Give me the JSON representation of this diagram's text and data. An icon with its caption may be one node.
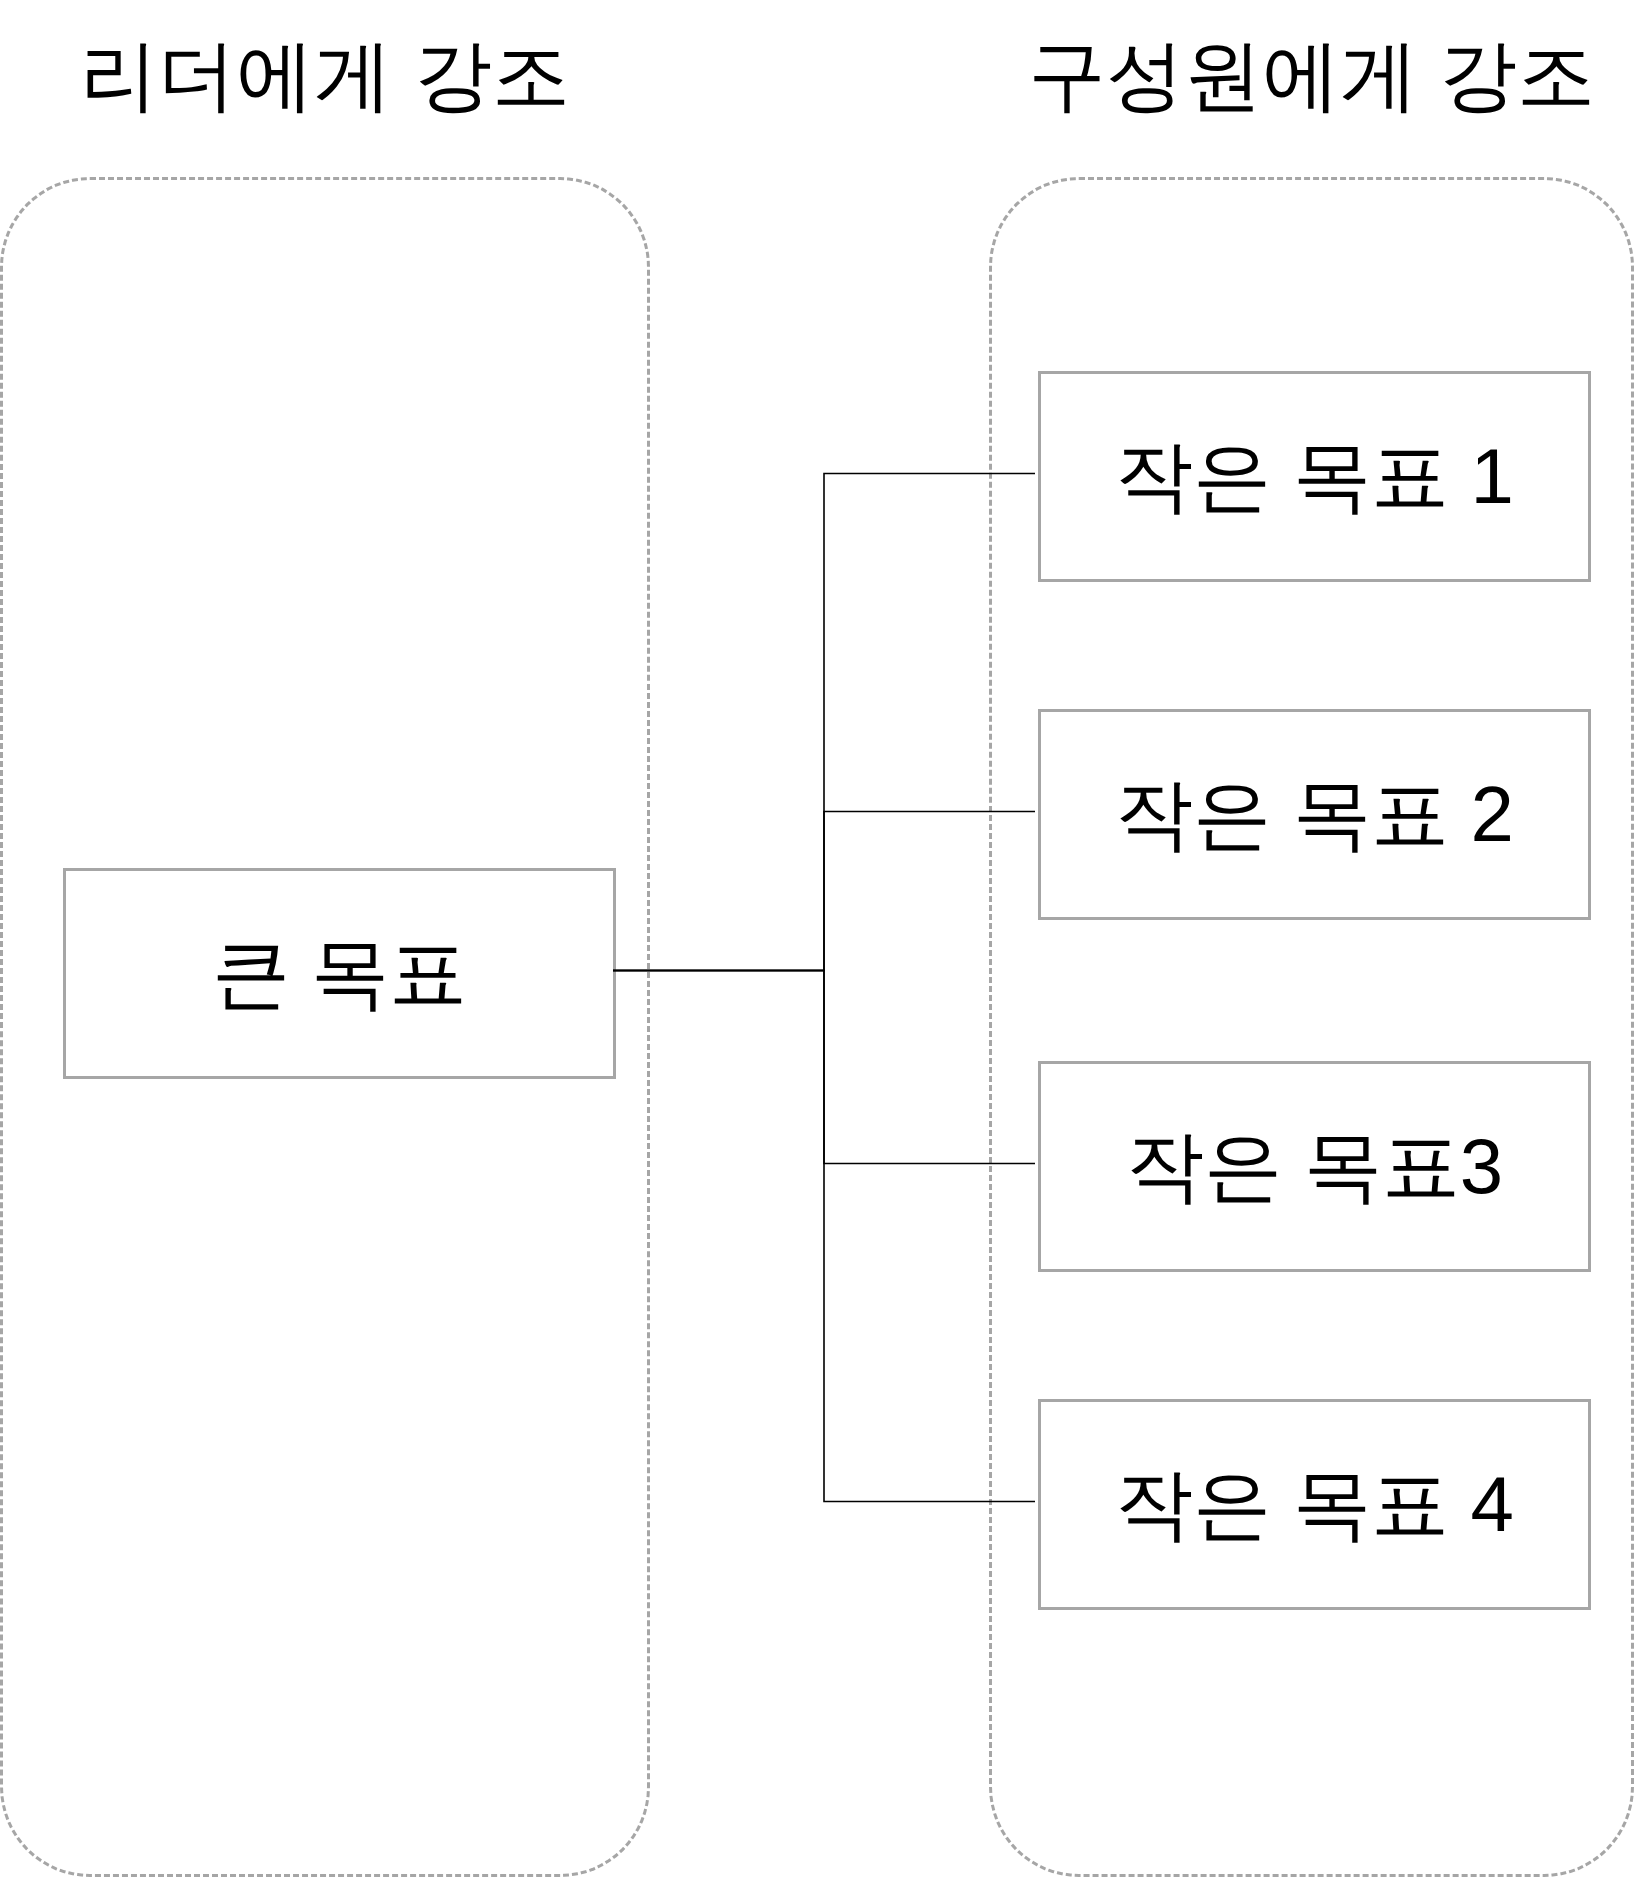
{
  "diagram": {
    "nodes": [
      {
        "text": [
          "리더에게 강조"
        ]
      },
      {
        "text": [
          "큰 목표"
        ],
        "in": 0
      },
      {
        "text": [
          "구성원에게 강조"
        ]
      },
      {
        "text": [
          "작은 목표 1"
        ],
        "in": 2
      },
      {
        "text": [
          "작은 목표 2"
        ],
        "in": 2
      },
      {
        "text": [
          "작은 목표3"
        ],
        "in": 2
      },
      {
        "text": [
          "작은 목표 4"
        ],
        "in": 2
      }
    ],
    "edges": [
      {
        "from": 1,
        "to": 3,
        "arrow": "none"
      },
      {
        "from": 1,
        "to": 4,
        "arrow": "none"
      },
      {
        "from": 1,
        "to": 5,
        "arrow": "none"
      },
      {
        "from": 1,
        "to": 6,
        "arrow": "none"
      }
    ]
  }
}
